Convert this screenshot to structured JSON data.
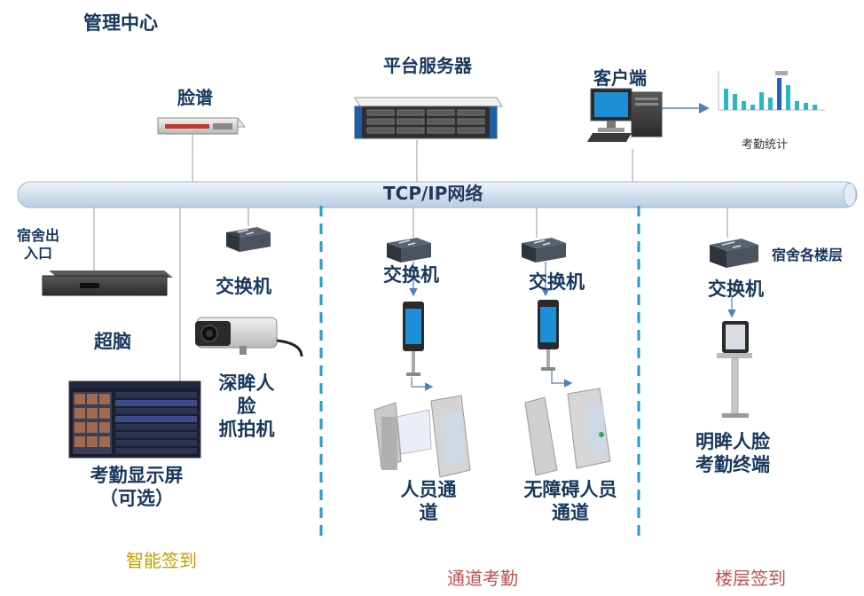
{
  "title": "管理中心",
  "network": {
    "label": "TCP/IP网络"
  },
  "devices": {
    "face_library": "脸谱",
    "platform_server": "平台服务器",
    "client": "客户端",
    "attendance_stats": "考勤统计",
    "dorm_entrance": [
      "宿舍出",
      "入口"
    ],
    "nvr": "超脑",
    "switch": "交换机",
    "camera": [
      "深眸人",
      "脸",
      "抓拍机"
    ],
    "display": [
      "考勤显示屏",
      "（可选）"
    ],
    "personnel_gate": [
      "人员通",
      "道"
    ],
    "barrier_free_gate": [
      "无障碍人员",
      "通道"
    ],
    "dorm_floors": "宿舍各楼层",
    "terminal": [
      "明眸人脸",
      "考勤终端"
    ]
  },
  "zones": {
    "smart_checkin": "智能签到",
    "channel_attendance": "通道考勤",
    "floor_checkin": "楼层签到"
  },
  "colors": {
    "label": "#17375e",
    "zone_left": "#c59c00",
    "zone_right": "#c0504d",
    "divider": "#1f9ad6",
    "bus": "#d9e6f2"
  }
}
